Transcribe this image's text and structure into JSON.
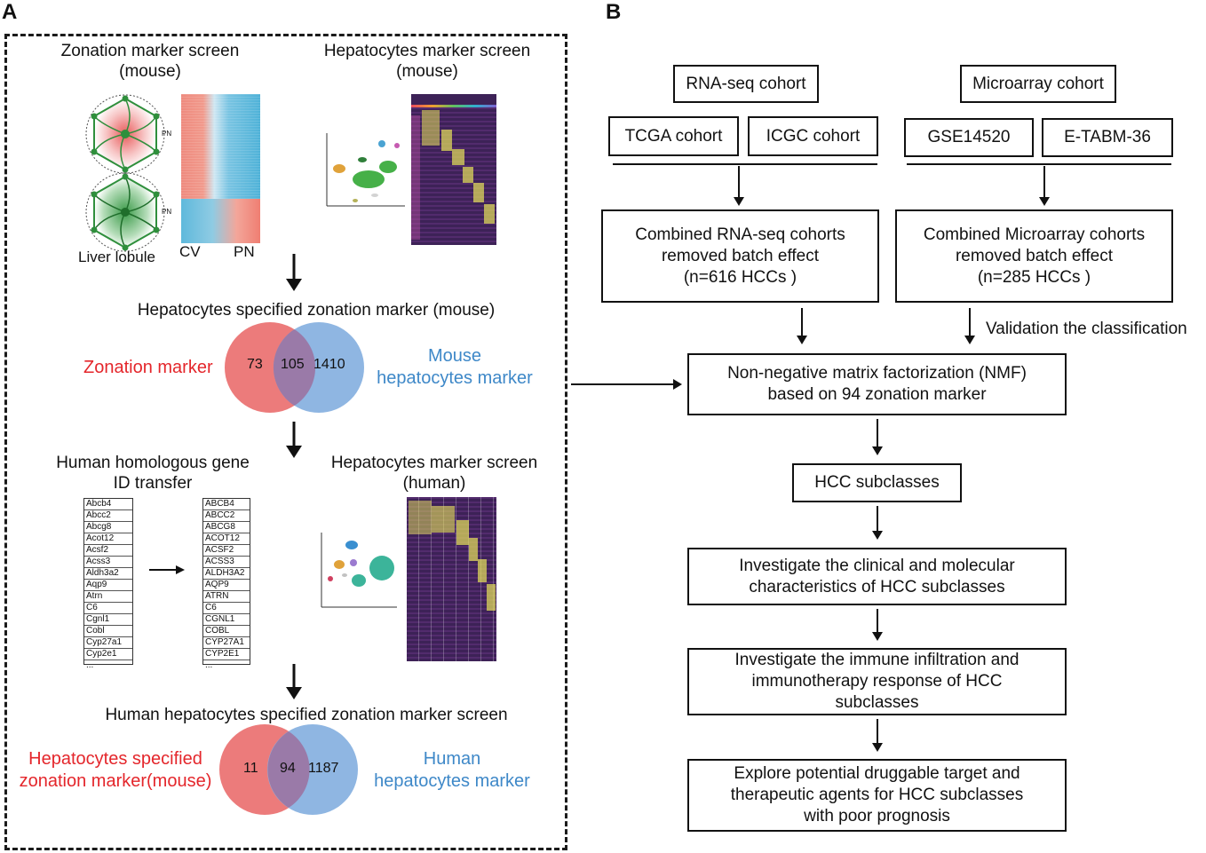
{
  "panels": {
    "a": "A",
    "b": "B"
  },
  "panel_a": {
    "zonation_title": "Zonation marker screen\n(mouse)",
    "hep_mouse_title": "Hepatocytes marker screen\n(mouse)",
    "pn_label_top": "PN",
    "pn_label_bottom": "PN",
    "liver_lobule": "Liver lobule",
    "heatmap_cv": "CV",
    "heatmap_pn": "PN",
    "spec_zonation_title": "Hepatocytes specified zonation marker (mouse)",
    "venn1": {
      "left_label": "Zonation marker",
      "right_label": "Mouse\nhepatocytes marker",
      "left_only": "73",
      "overlap": "105",
      "right_only": "1410"
    },
    "homolog_title": "Human homologous gene\nID transfer",
    "hep_human_title": "Hepatocytes marker screen\n(human)",
    "mouse_genes": [
      "Abcb4",
      "Abcc2",
      "Abcg8",
      "Acot12",
      "Acsf2",
      "Acss3",
      "Aldh3a2",
      "Aqp9",
      "Atrn",
      "C6",
      "Cgnl1",
      "Cobl",
      "Cyp27a1",
      "Cyp2e1",
      "..."
    ],
    "human_genes": [
      "ABCB4",
      "ABCC2",
      "ABCG8",
      "ACOT12",
      "ACSF2",
      "ACSS3",
      "ALDH3A2",
      "AQP9",
      "ATRN",
      "C6",
      "CGNL1",
      "COBL",
      "CYP27A1",
      "CYP2E1",
      "..."
    ],
    "human_zonation_title": "Human hepatocytes specified zonation marker screen",
    "venn2": {
      "left_label": "Hepatocytes specified\nzonation marker(mouse)",
      "right_label": "Human\nhepatocytes marker",
      "left_only": "11",
      "overlap": "94",
      "right_only": "1187"
    }
  },
  "panel_b": {
    "rnaseq_cohort": "RNA-seq cohort",
    "microarray_cohort": "Microarray cohort",
    "tcga": "TCGA cohort",
    "icgc": "ICGC cohort",
    "gse": "GSE14520",
    "etabm": "E-TABM-36",
    "combined_rnaseq": "Combined RNA-seq cohorts\nremoved batch effect\n(n=616 HCCs )",
    "combined_microarray": "Combined Microarray cohorts\nremoved batch effect\n(n=285 HCCs )",
    "validation": "Validation the classification",
    "nmf": "Non-negative matrix factorization (NMF)\nbased on 94 zonation marker",
    "subclasses": "HCC subclasses",
    "clinical": "Investigate the clinical and molecular\ncharacteristics of HCC subclasses",
    "immune": "Investigate the immune infiltration and\nimmunotherapy response of HCC\nsubclasses",
    "drug": "Explore potential druggable target and\ntherapeutic agents for HCC subclasses\nwith poor prognosis"
  },
  "colors": {
    "red": "#e4262b",
    "blue": "#3e88c8",
    "venn_red": "#ec7b7b",
    "venn_blue": "#8fb6e2",
    "heat_red": "#ee8a7e",
    "heat_blue": "#4fb2d8",
    "heat_purple": "#3a1f55",
    "heat_yellow": "#e7e35a",
    "network_green": "#3ca64a"
  },
  "icons": {
    "lobule": "hexagon-network-icon",
    "umap": "umap-scatter-icon",
    "arrow": "arrow-down-icon"
  }
}
